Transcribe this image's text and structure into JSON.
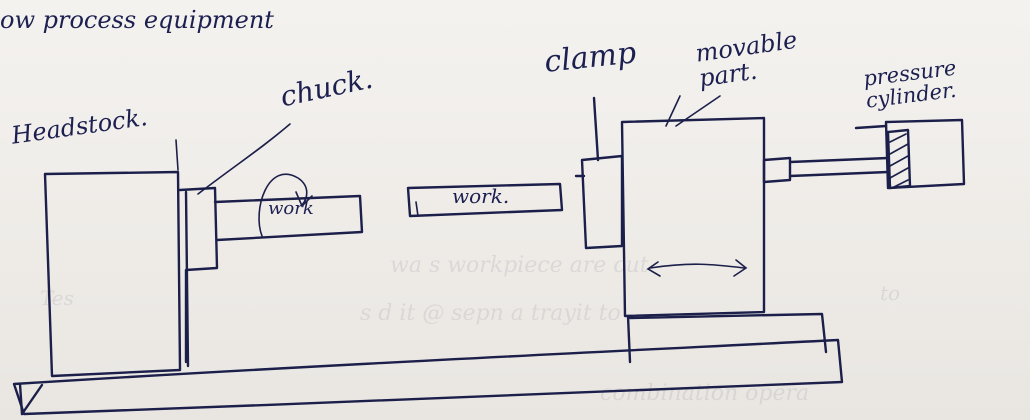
{
  "heading": "ow process equipment",
  "labels": {
    "headstock": "Headstock.",
    "chuck": "chuck.",
    "clamp": "clamp",
    "movable_part": "movable part.",
    "pressure_cylinder": "pressure cylinder.",
    "work_chuck": "work",
    "work_free": "work."
  },
  "colors": {
    "ink": "#1b1f4a",
    "paper": "#f1efec"
  }
}
